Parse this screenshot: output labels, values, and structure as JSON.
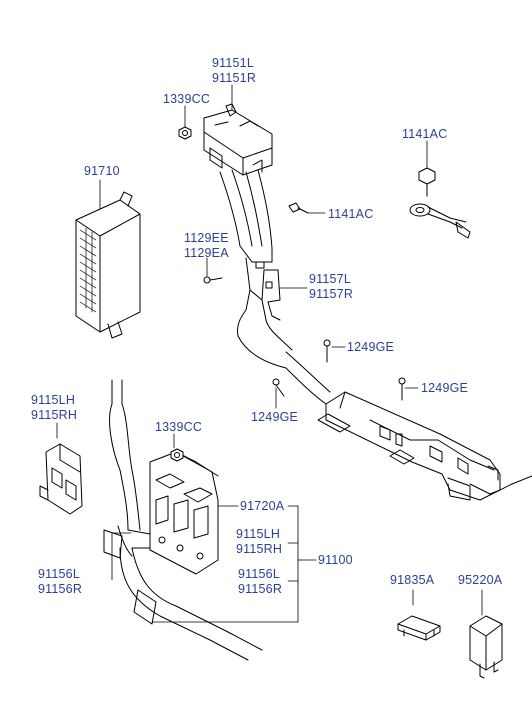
{
  "diagram": {
    "labels": {
      "bracket_top": [
        "91151L",
        "91151R"
      ],
      "nut_top": "1339CC",
      "bolt_ring_right": "1141AC",
      "bolt_mid_right": "1141AC",
      "fuse_block": "91710",
      "screws_mid": [
        "1129EE",
        "1129EA"
      ],
      "wire_connector": [
        "91157L",
        "91157R"
      ],
      "clip_right": "1249GE",
      "clip_far_right": "1249GE",
      "clip_mid": "1249GE",
      "bracket_left": [
        "9115LH",
        "9115RH"
      ],
      "nut_lower": "1339CC",
      "junction_block": "91720A",
      "assembly": "91100",
      "callout_bracket": [
        "9115LH",
        "9115RH"
      ],
      "callout_harness": [
        "91156L",
        "91156R"
      ],
      "harness_left": [
        "91156L",
        "91156R"
      ],
      "fuse_blade": "91835A",
      "relay": "95220A"
    }
  }
}
